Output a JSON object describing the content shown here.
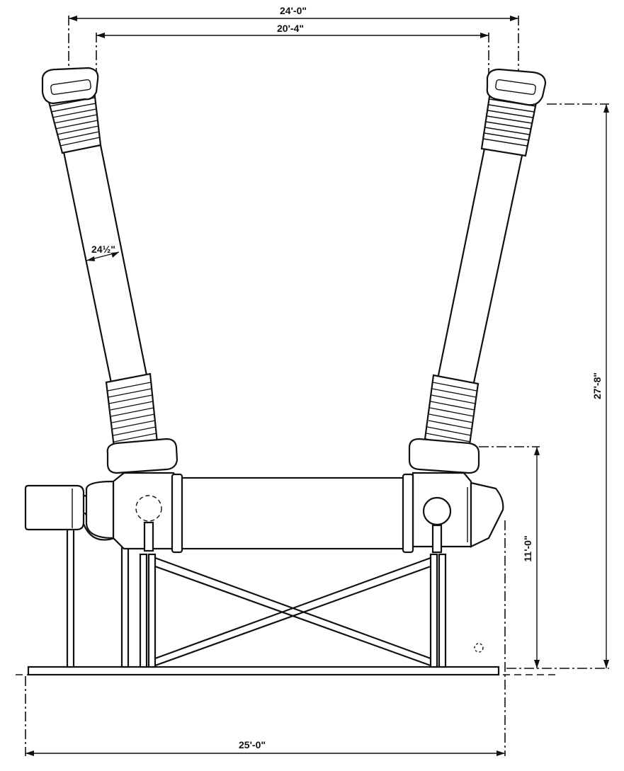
{
  "dimensions": {
    "outer_top_width": "24'-0\"",
    "inner_top_width": "20'-4\"",
    "bushing_diameter": "24½\"",
    "overall_height": "27'-8\"",
    "tank_height": "11'-0\"",
    "base_width": "25'-0\""
  },
  "colors": {
    "line": "#111111",
    "paper": "#ffffff"
  }
}
